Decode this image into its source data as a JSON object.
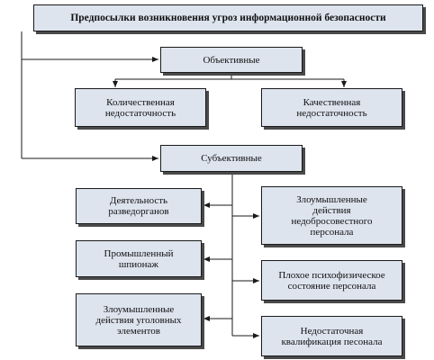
{
  "title": "Предпосылки возникновения угроз информационной безопасности",
  "objective": {
    "label": "Объективные",
    "children": [
      "Количественная\nнедостаточность",
      "Качественная\nнедостаточность"
    ]
  },
  "subjective": {
    "label": "Субъективные",
    "left": [
      "Деятельность\nразведорганов",
      "Промышленный\nшпионаж",
      "Злоумышленные\nдействия уголовных\nэлементов"
    ],
    "right": [
      "Злоумышленные\nдействия\nнедобросовестного\nперсонала",
      "Плохое психофизическое\nсостояние персонала",
      "Недостаточная\nквалификация песонала"
    ]
  },
  "colors": {
    "box_fill": "#dde4ee",
    "line": "#1a1a1a",
    "shadow": "#4a4a4a"
  }
}
